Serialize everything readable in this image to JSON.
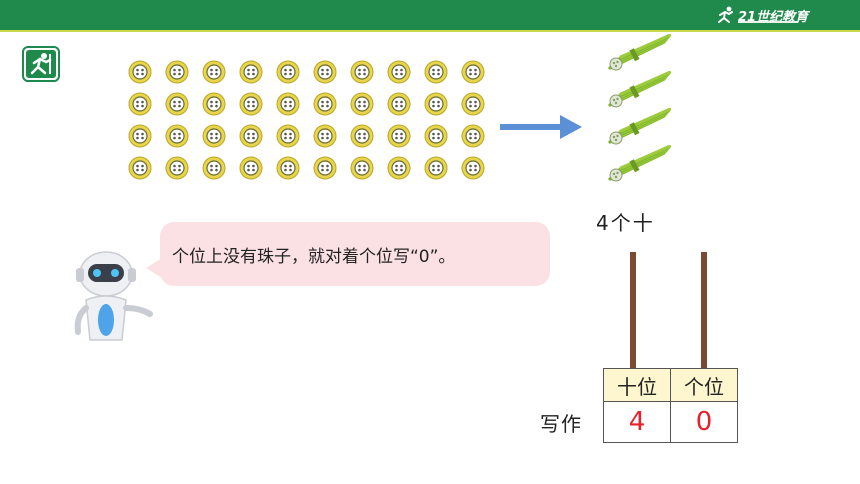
{
  "header": {
    "brand_text": "21世纪教育",
    "brand_color": "#1f8a4c"
  },
  "badge": {
    "icon": "running-person-icon"
  },
  "coins": {
    "rows": 4,
    "cols": 10,
    "icon": "coin-icon"
  },
  "arrow": {
    "icon": "right-arrow-icon",
    "color": "#5b8fd6"
  },
  "bundles": {
    "count": 4,
    "icon": "stick-bundle-icon"
  },
  "ten_label": "4个十",
  "speech_bubble": {
    "text": "个位上没有珠子，就对着个位写“0”。"
  },
  "abacus": {
    "rods": [
      "tens-rod",
      "ones-rod"
    ],
    "beads_tens": 0,
    "beads_ones": 0
  },
  "place_table": {
    "row_label": "写作",
    "headers": [
      "十位",
      "个位"
    ],
    "values": [
      "4",
      "0"
    ]
  }
}
